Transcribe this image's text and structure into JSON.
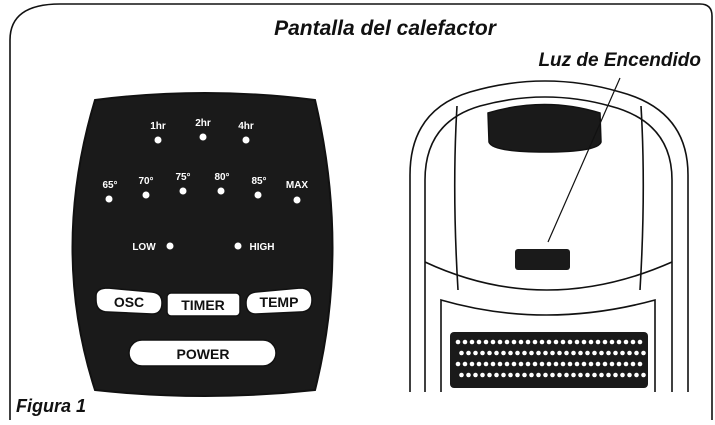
{
  "diagram": {
    "title": "Pantalla del calefactor",
    "figure_label": "Figura 1",
    "power_light_callout": "Luz de Encendido"
  },
  "panel": {
    "timer_labels": [
      "1hr",
      "2hr",
      "4hr"
    ],
    "temp_labels": [
      "65°",
      "70°",
      "75°",
      "80°",
      "85°",
      "MAX"
    ],
    "low_label": "LOW",
    "high_label": "HIGH",
    "buttons": {
      "osc": "OSC",
      "timer": "TIMER",
      "temp": "TEMP",
      "power": "POWER"
    }
  },
  "colors": {
    "panel_fill": "#1a1a1a",
    "outline": "#111111",
    "indicator": "#ffffff",
    "button_fill": "#ffffff"
  }
}
